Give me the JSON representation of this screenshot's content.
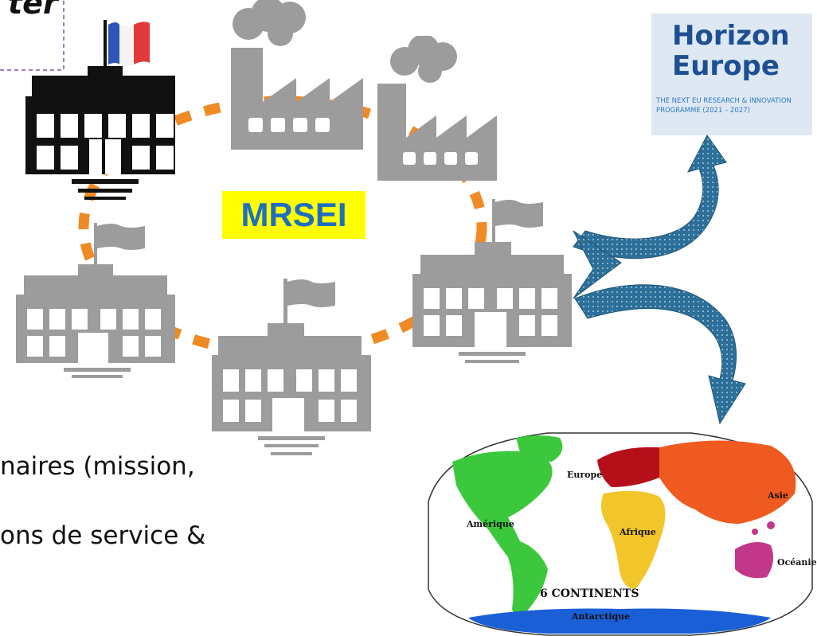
{
  "top_fragment": "ter",
  "center_label": "MRSEI",
  "body_lines": [
    "naires (mission,",
    "ons de service &"
  ],
  "horizon": {
    "title_line1": "Horizon",
    "title_line2": "Europe",
    "subtitle": "THE NEXT EU RESEARCH & INNOVATION PROGRAMME (2021 – 2027)"
  },
  "world_map": {
    "europe": "Europe",
    "asia": "Asie",
    "america": "Amérique",
    "africa": "Afrique",
    "oceania": "Océanie",
    "caption": "6 CONTINENTS",
    "antarctica": "Antarctique"
  },
  "colors": {
    "dashed_ring": "#f08a24",
    "mrsei_bg": "#ffff00",
    "mrsei_text": "#1f6fc0",
    "arrow": "#2c6f98",
    "horizon_bg": "#dde8f3",
    "horizon_text": "#1d4f91",
    "building_gray": "#9c9c9c",
    "america": "#3cc83c",
    "europe": "#b50f1a",
    "asia": "#ee5a1f",
    "africa": "#f2c52a",
    "oceania": "#c3378b",
    "antarctica": "#1a5fd6"
  },
  "icons": [
    "institution-black-icon",
    "factory-icon",
    "institution-gray-icon",
    "french-flag-icon",
    "curved-arrow-icon",
    "world-map"
  ]
}
